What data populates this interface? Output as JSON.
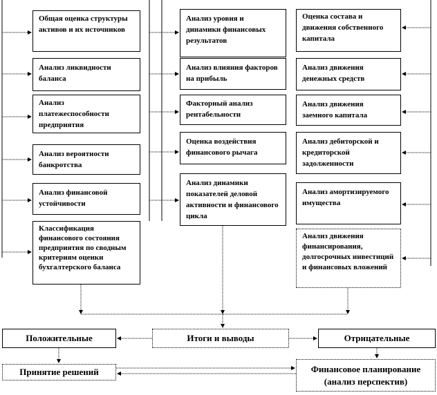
{
  "left": [
    "Общая оценка структуры активов и их источников",
    "Анализ ликвидности баланса",
    "Анализ платежеспособности предприятия",
    "Анализ вероятности банкротства",
    "Анализ финансовой устойчивости",
    "Классификация финансового состояния предприятия по сводным критериям оценки бухгалтерского баланса"
  ],
  "middle": [
    "Анализ уровня и динамики финансовых результатов",
    "Анализ влияния факторов на прибыль",
    "Факторный анализ рентабельности",
    "Оценка воздействия финансового рычага",
    "Анализ динамики показателей деловой активности и финансового цикла"
  ],
  "right": [
    "Оценка состава и движения собственного капитала",
    "Анализ движения денежных средств",
    "Анализ движения заемного капитала",
    "Анализ дебиторской и кредиторской задолженности",
    "Анализ амортизируемого имущества",
    "Анализ движения финансирования, долгосрочных инвестиций и финансовых вложений"
  ],
  "bottom": {
    "positive": "Положительные",
    "results": "Итоги и выводы",
    "negative": "Отрицательные",
    "decisions": "Принятие решений",
    "planning": "Финансовое планирование (анализ перспектив)"
  }
}
